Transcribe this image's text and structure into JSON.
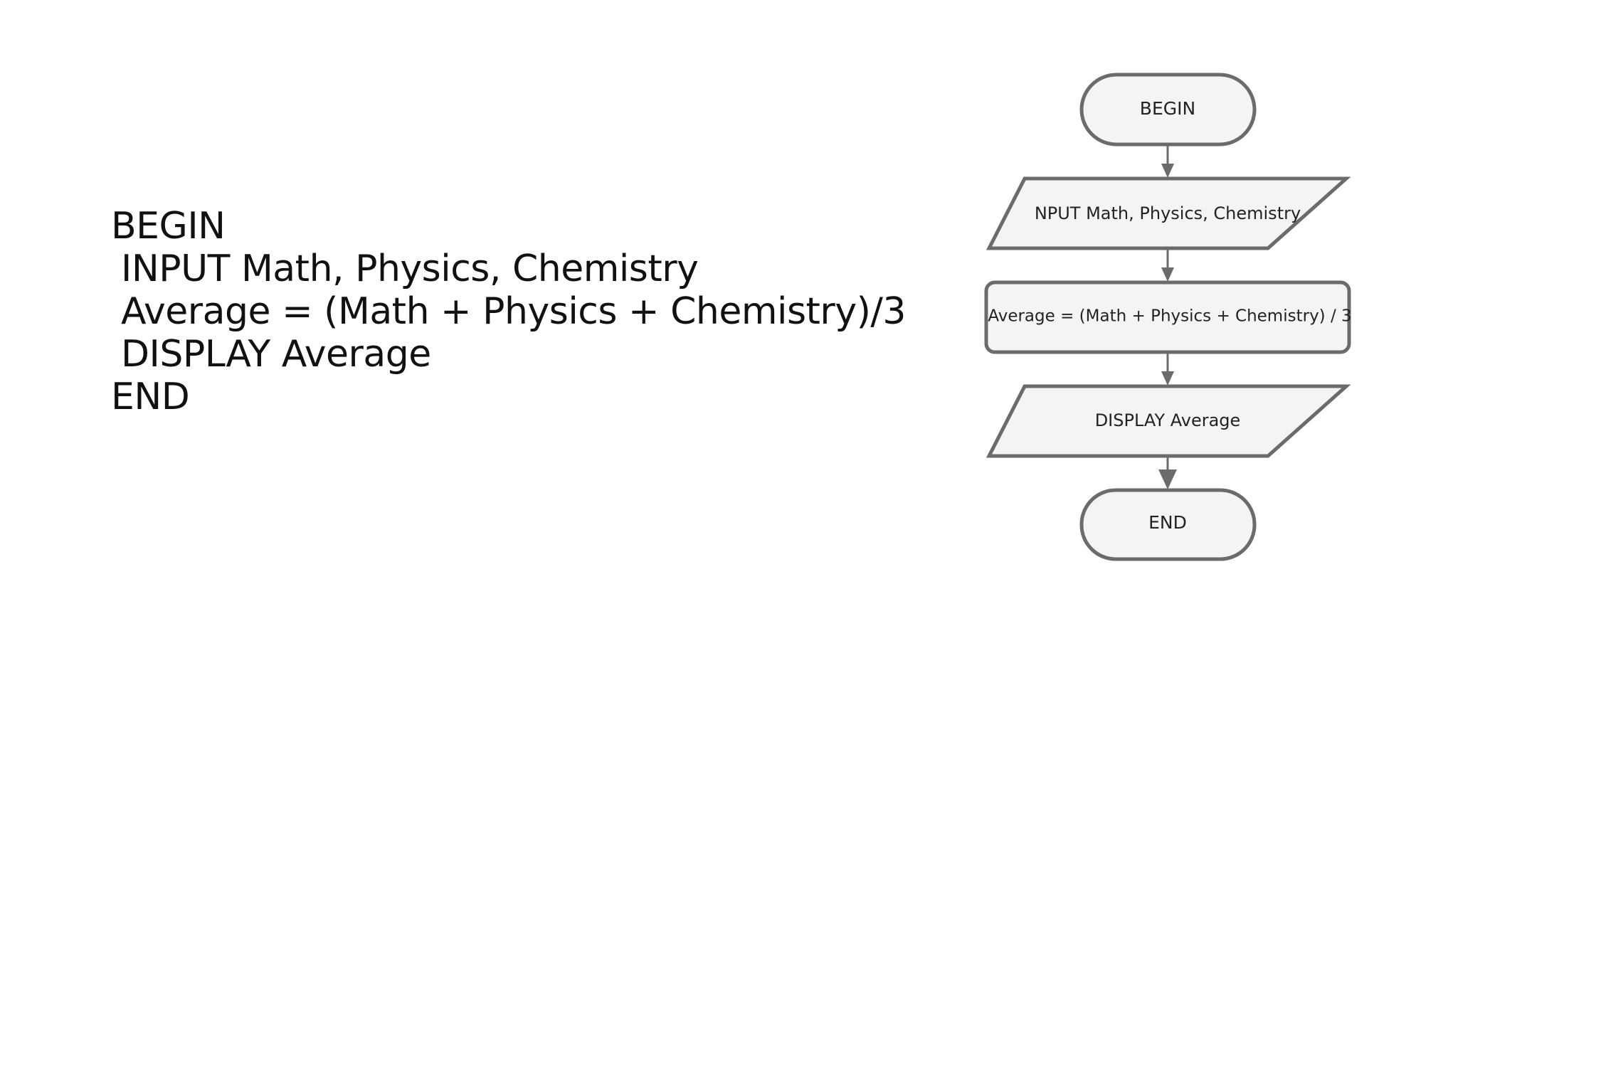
{
  "pseudocode": {
    "lines": [
      "BEGIN",
      "INPUT Math, Physics, Chemistry",
      "Average = (Math + Physics + Chemistry)/3",
      "DISPLAY Average",
      "END"
    ]
  },
  "flowchart": {
    "nodes": [
      {
        "id": "begin",
        "shape": "terminal",
        "label": "BEGIN"
      },
      {
        "id": "input",
        "shape": "io",
        "label": "NPUT Math, Physics, Chemistry"
      },
      {
        "id": "process",
        "shape": "process",
        "label": "Average = (Math + Physics + Chemistry) / 3"
      },
      {
        "id": "display",
        "shape": "io",
        "label": "DISPLAY Average"
      },
      {
        "id": "end",
        "shape": "terminal",
        "label": "END"
      }
    ],
    "edges": [
      {
        "from": "begin",
        "to": "input"
      },
      {
        "from": "input",
        "to": "process"
      },
      {
        "from": "process",
        "to": "display"
      },
      {
        "from": "display",
        "to": "end"
      }
    ],
    "colors": {
      "fill": "#f4f4f4",
      "stroke": "#6b6b6b",
      "text": "#222222"
    }
  }
}
